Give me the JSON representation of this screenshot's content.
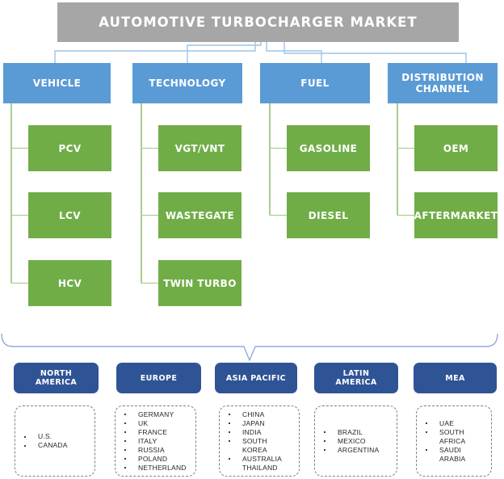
{
  "title": "AUTOMOTIVE TURBOCHARGER MARKET",
  "segments": [
    {
      "label": "VEHICLE",
      "items": [
        "PCV",
        "LCV",
        "HCV"
      ]
    },
    {
      "label": "TECHNOLOGY",
      "items": [
        "VGT/VNT",
        "WASTEGATE",
        "TWIN TURBO"
      ]
    },
    {
      "label": "FUEL",
      "items": [
        "GASOLINE",
        "DIESEL"
      ]
    },
    {
      "label": "DISTRIBUTION CHANNEL",
      "items": [
        "OEM",
        "AFTERMARKET"
      ]
    }
  ],
  "regions": [
    {
      "label": "NORTH AMERICA",
      "countries": [
        {
          "t": "U.S.",
          "b": true
        },
        {
          "t": "CANADA",
          "b": true
        }
      ]
    },
    {
      "label": "EUROPE",
      "countries": [
        {
          "t": "GERMANY",
          "b": true
        },
        {
          "t": "UK",
          "b": true
        },
        {
          "t": "FRANCE",
          "b": true
        },
        {
          "t": "ITALY",
          "b": true
        },
        {
          "t": "RUSSIA",
          "b": true
        },
        {
          "t": "POLAND",
          "b": true
        },
        {
          "t": "NETHERLAND",
          "b": true
        }
      ]
    },
    {
      "label": "ASIA PACIFIC",
      "countries": [
        {
          "t": "CHINA",
          "b": true
        },
        {
          "t": "JAPAN",
          "b": true
        },
        {
          "t": "INDIA",
          "b": true
        },
        {
          "t": "SOUTH",
          "b": true
        },
        {
          "t": "KOREA",
          "b": false
        },
        {
          "t": "AUSTRALIA",
          "b": true
        },
        {
          "t": "THAILAND",
          "b": false
        }
      ]
    },
    {
      "label": "LATIN AMERICA",
      "countries": [
        {
          "t": "BRAZIL",
          "b": true
        },
        {
          "t": "MEXICO",
          "b": true
        },
        {
          "t": "ARGENTINA",
          "b": true
        }
      ]
    },
    {
      "label": "MEA",
      "countries": [
        {
          "t": "UAE",
          "b": true
        },
        {
          "t": "SOUTH",
          "b": true
        },
        {
          "t": "AFRICA",
          "b": false
        },
        {
          "t": "SAUDI",
          "b": true
        },
        {
          "t": "ARABIA",
          "b": false
        }
      ]
    }
  ],
  "colors": {
    "title_bg": "#A6A6A6",
    "segment_bg": "#5B9BD5",
    "item_bg": "#70AD47",
    "region_bg": "#2F5496",
    "connector_blue": "#9DC3E6",
    "connector_green": "#70AD47",
    "connector_green_light": "#A9D18E",
    "brace": "#8FAADC"
  }
}
